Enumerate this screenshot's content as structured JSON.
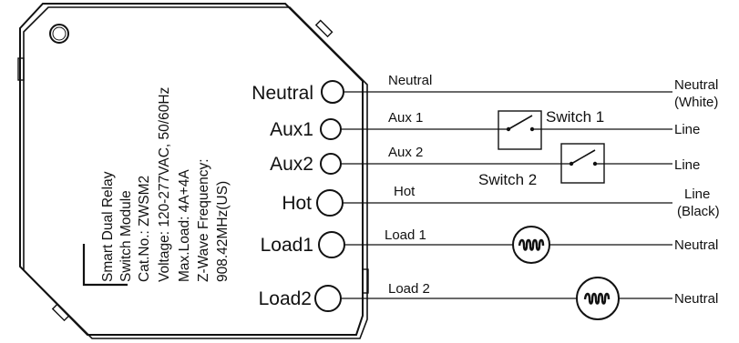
{
  "module": {
    "text_lines": [
      "Smart Dual Relay",
      "Switch Module",
      "Cat.No.: ZWSM2",
      "Voltage: 120-277VAC, 50/60Hz",
      "Max.Load: 4A+4A",
      "Z-Wave Frequency:",
      "908.42MHz(US)"
    ]
  },
  "terminals": [
    {
      "label": "Neutral"
    },
    {
      "label": "Aux1"
    },
    {
      "label": "Aux2"
    },
    {
      "label": "Hot"
    },
    {
      "label": "Load1"
    },
    {
      "label": "Load2"
    }
  ],
  "wires": [
    {
      "label": "Neutral",
      "end": [
        "Neutral",
        "(White)"
      ]
    },
    {
      "label": "Aux 1",
      "end": [
        "Line"
      ]
    },
    {
      "label": "Aux 2",
      "end": [
        "Line"
      ]
    },
    {
      "label": "Hot",
      "end": [
        "Line",
        "(Black)"
      ]
    },
    {
      "label": "Load 1",
      "end": [
        "Neutral"
      ]
    },
    {
      "label": "Load 2",
      "end": [
        "Neutral"
      ]
    }
  ],
  "switches": {
    "s1": "Switch 1",
    "s2": "Switch 2"
  },
  "icons": {
    "switch": "spst-switch-icon",
    "load": "lamp-load-icon",
    "hole": "mounting-hole-icon"
  }
}
